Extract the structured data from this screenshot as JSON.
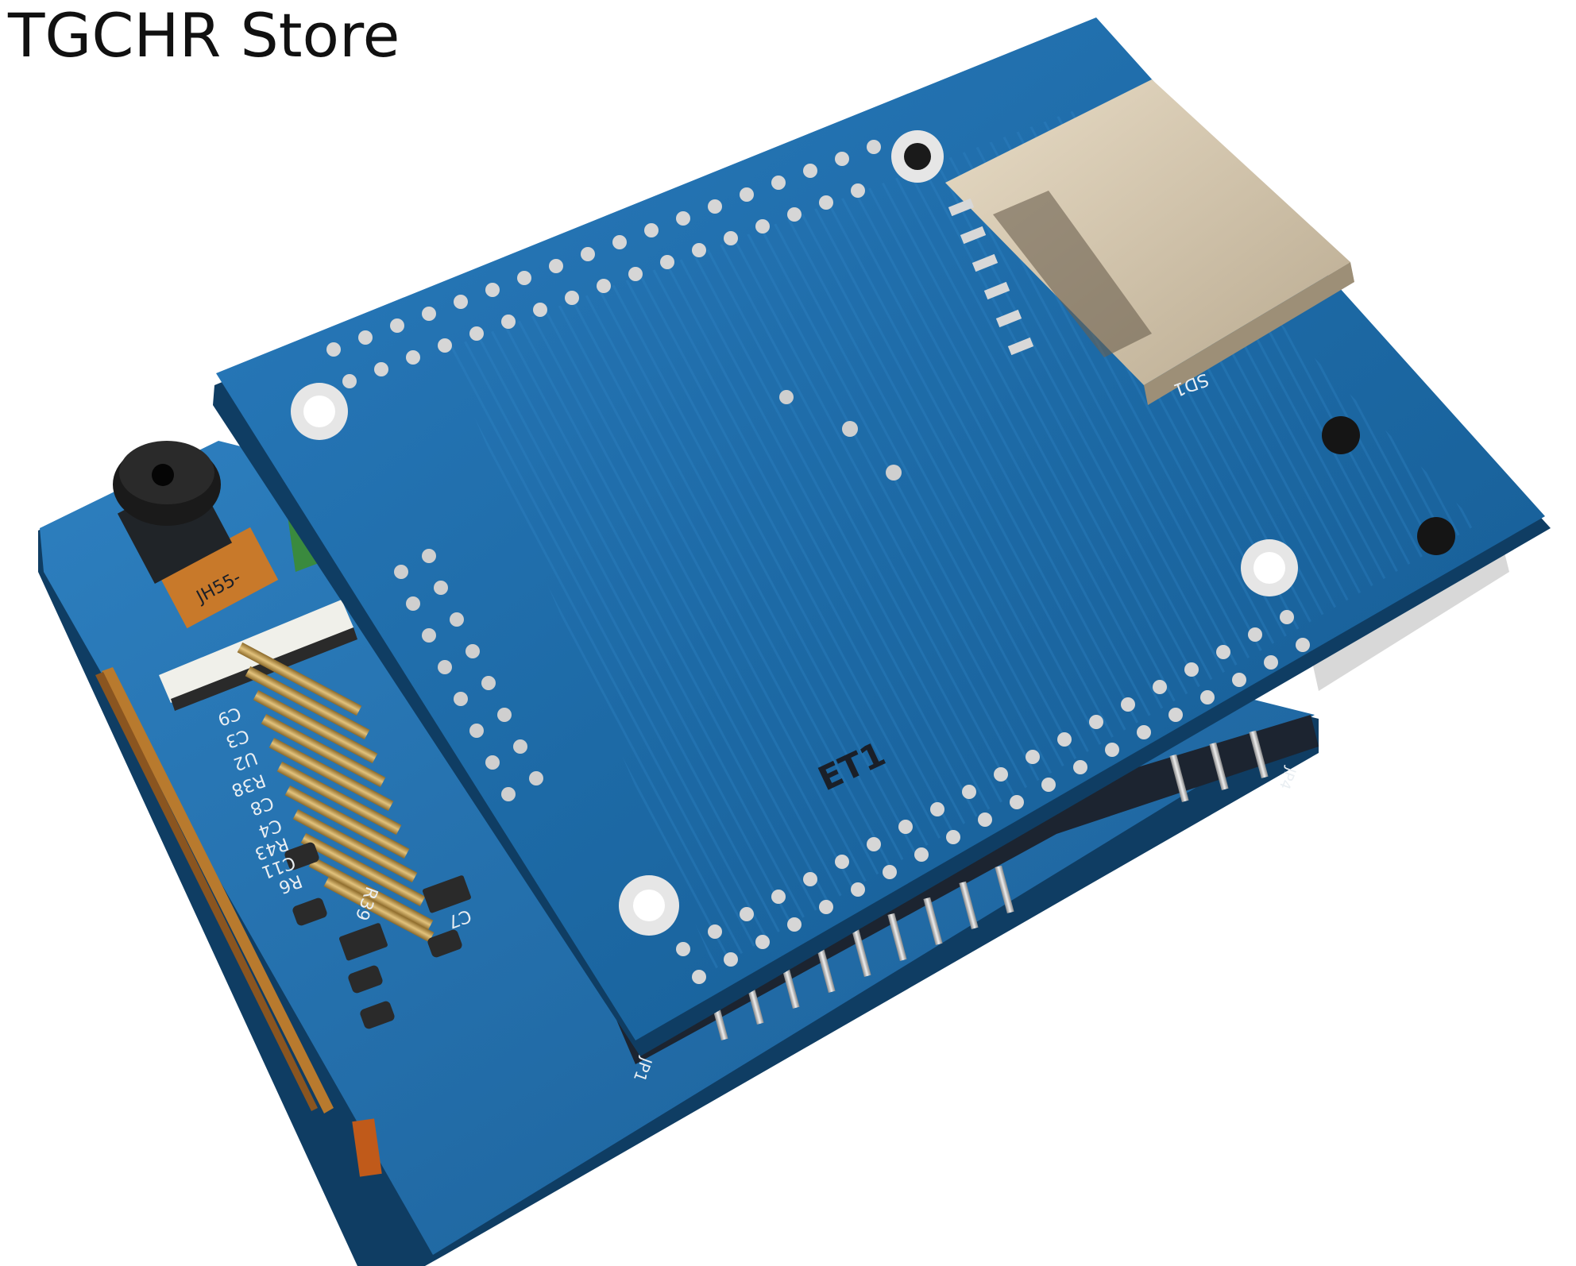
{
  "header": {
    "store_name": "TGCHR Store"
  },
  "board": {
    "top_marking": "ET1",
    "sd_slot_label": "SD1",
    "camera_flex_label": "JH55-",
    "lower_labels": [
      "R6",
      "C11",
      "R43",
      "C4",
      "C8",
      "R38",
      "U2",
      "C3",
      "C9",
      "R39",
      "C7",
      "JP1",
      "JP4"
    ]
  },
  "colors": {
    "board_top": "#1d6aa6",
    "board_lower": "#1e69a2",
    "board_edge": "#0f3d63",
    "gold": "#c9a45a",
    "silver": "#bcbcbc",
    "sd_metal": "#d9cdb8"
  }
}
